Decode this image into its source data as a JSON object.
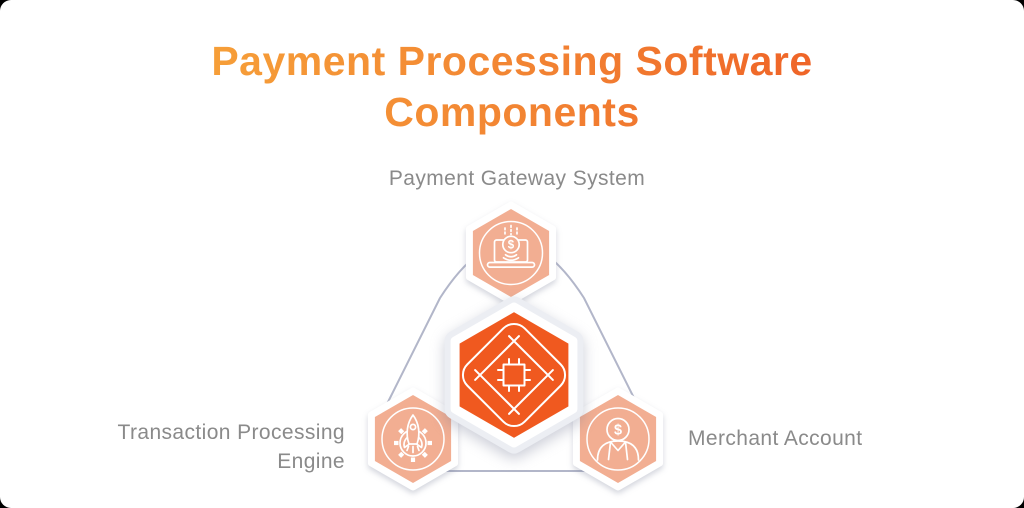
{
  "title": "Payment Processing Software Components",
  "nodes": {
    "gateway": {
      "label": "Payment Gateway System",
      "icon": "laptop-dollar-icon"
    },
    "core": {
      "icon": "processor-chip-icon"
    },
    "engine": {
      "label": "Transaction Processing Engine",
      "icon": "gear-rocket-icon"
    },
    "merchant": {
      "label": "Merchant Account",
      "icon": "person-dollar-icon"
    }
  },
  "icons": {
    "currency_symbol": "$"
  },
  "colors": {
    "title_gradient_start": "#F7A63A",
    "title_gradient_end": "#EE5A24",
    "node_fill_light": "#F2AE92",
    "node_fill_accent": "#F0591F",
    "connector_line": "#B2B6C9",
    "label_text": "#8A8A8A",
    "background": "#FFFFFF"
  }
}
